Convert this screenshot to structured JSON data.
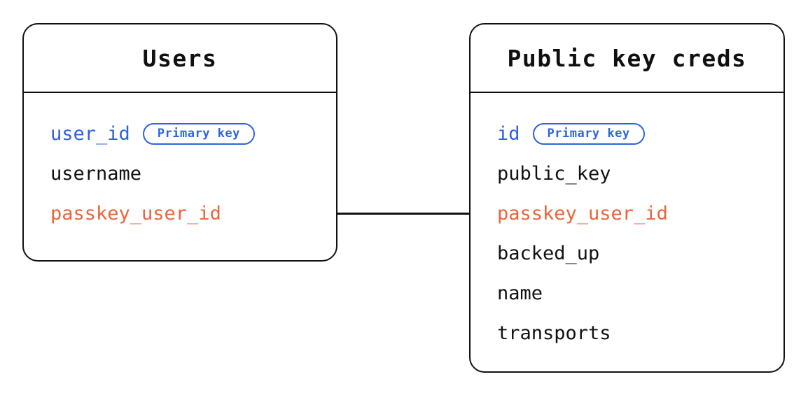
{
  "diagram": {
    "type": "entity-relationship-diagram",
    "background_color": "#ffffff",
    "colors": {
      "stroke": "#111111",
      "primary_key": "#2e63dd",
      "foreign_key": "#ea6537",
      "text": "#111111"
    },
    "entities": [
      {
        "id": "users",
        "title": "Users",
        "fields": [
          {
            "name": "user_id",
            "role": "primary_key",
            "badge": "Primary key"
          },
          {
            "name": "username",
            "role": "plain",
            "badge": null
          },
          {
            "name": "passkey_user_id",
            "role": "foreign_key",
            "badge": null
          }
        ]
      },
      {
        "id": "public-key-creds",
        "title": "Public key creds",
        "fields": [
          {
            "name": "id",
            "role": "primary_key",
            "badge": "Primary key"
          },
          {
            "name": "public_key",
            "role": "plain",
            "badge": null
          },
          {
            "name": "passkey_user_id",
            "role": "foreign_key",
            "badge": null
          },
          {
            "name": "backed_up",
            "role": "plain",
            "badge": null
          },
          {
            "name": "name",
            "role": "plain",
            "badge": null
          },
          {
            "name": "transports",
            "role": "plain",
            "badge": null
          }
        ]
      }
    ],
    "relationship": {
      "from": "users.passkey_user_id",
      "to": "public-key-creds.passkey_user_id",
      "style": "solid-line"
    }
  }
}
